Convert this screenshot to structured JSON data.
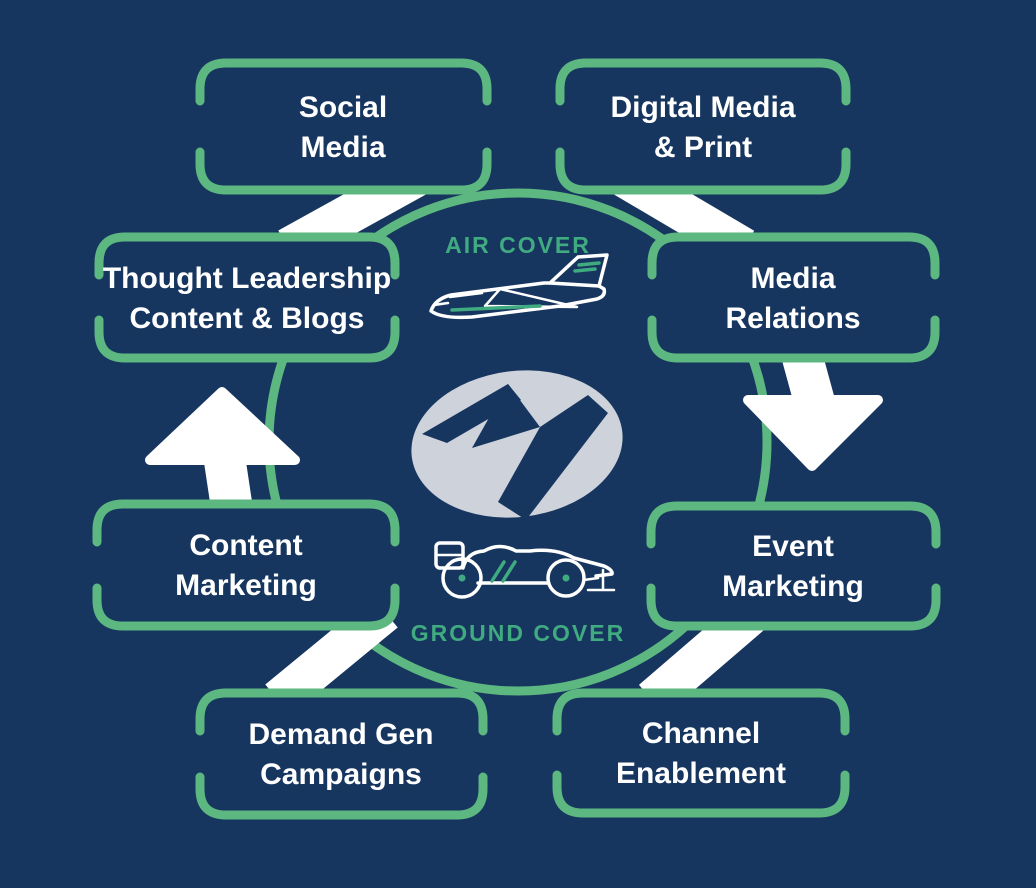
{
  "colors": {
    "background": "#17365F",
    "bracket_green": "#5CB781",
    "label_green": "#40AA80",
    "flow_white": "#FFFFFF",
    "logo_gray": "#CED3DB",
    "box_text": "#FFFFFF"
  },
  "boxes": [
    {
      "name": "social-media",
      "line1": "Social",
      "line2": "Media"
    },
    {
      "name": "digital-media-print",
      "line1": "Digital Media",
      "line2": "& Print"
    },
    {
      "name": "thought-leadership",
      "line1": "Thought Leadership",
      "line2": "Content & Blogs"
    },
    {
      "name": "media-relations",
      "line1": "Media",
      "line2": "Relations"
    },
    {
      "name": "content-marketing",
      "line1": "Content",
      "line2": "Marketing"
    },
    {
      "name": "event-marketing",
      "line1": "Event",
      "line2": "Marketing"
    },
    {
      "name": "demand-gen",
      "line1": "Demand Gen",
      "line2": "Campaigns"
    },
    {
      "name": "channel-enablement",
      "line1": "Channel",
      "line2": "Enablement"
    }
  ],
  "center": {
    "air_label": "AIR COVER",
    "ground_label": "GROUND COVER",
    "air_icon": "jet-plane-icon",
    "ground_icon": "race-car-icon",
    "logo_icon": "lightning-z-logo"
  },
  "flow": {
    "left_arrow_direction": "up",
    "right_arrow_direction": "down"
  }
}
